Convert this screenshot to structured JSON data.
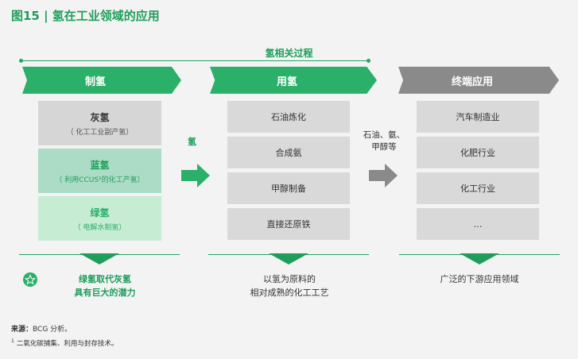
{
  "figure_title": "图15 | 氢在工业领域的应用",
  "process_label": "氢相关过程",
  "columns": [
    {
      "header": "制氢",
      "header_color": "#2ab068",
      "items": [
        {
          "title": "灰氢",
          "subtitle": "（ 化工工业副产氢）",
          "bg": "#d6d6d6",
          "fg": "#333333"
        },
        {
          "title": "蓝氢",
          "subtitle": "（ 利用CCUS¹的化工产氢）",
          "bg": "#acdcc6",
          "fg": "#1e9e5a"
        },
        {
          "title": "绿氢",
          "subtitle": "（ 电解水制氢）",
          "bg": "#c6ecd4",
          "fg": "#2ab068"
        }
      ],
      "conclusion_lines": [
        "绿氢取代灰氢",
        "具有巨大的潜力"
      ]
    },
    {
      "header": "用氢",
      "header_color": "#2ab068",
      "items": [
        "石油炼化",
        "合成氨",
        "甲醇制备",
        "直接还原铁"
      ],
      "conclusion_lines": [
        "以氢为原料的",
        "相对成熟的化工工艺"
      ]
    },
    {
      "header": "终端应用",
      "header_color": "#8a8a8a",
      "items": [
        "汽车制造业",
        "化肥行业",
        "化工行业",
        "…"
      ],
      "conclusion_lines": [
        "广泛的下游应用领域"
      ]
    }
  ],
  "arrow1_label": "氢",
  "arrow2_label_lines": [
    "石油、氨、",
    "甲醇等"
  ],
  "star_icon": "star-icon",
  "source_prefix": "来源：",
  "source_text": "BCG 分析。",
  "footnote_mark": "1",
  "footnote_text": "二氧化碳捕集、利用与封存技术。",
  "colors": {
    "accent": "#2ab068",
    "dark_accent": "#1e9e5a",
    "gray_arrow": "#8a8a8a",
    "box_gray": "#d6d6d6"
  }
}
